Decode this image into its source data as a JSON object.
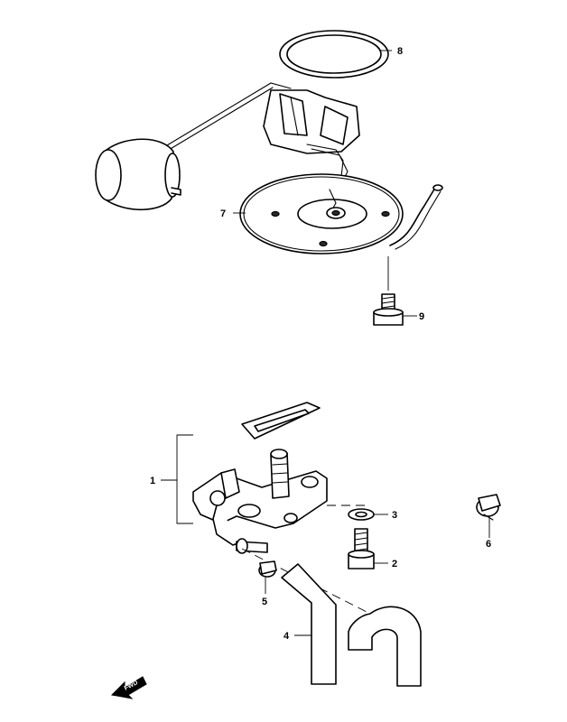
{
  "callouts": {
    "c1": "1",
    "c2": "2",
    "c3": "3",
    "c4": "4",
    "c5": "5",
    "c6": "6",
    "c7": "7",
    "c8": "8",
    "c9": "9"
  },
  "fwd_badge": {
    "text": "FWD",
    "icon": "forward-arrow-icon"
  },
  "colors": {
    "line": "#000000",
    "background": "#ffffff"
  }
}
